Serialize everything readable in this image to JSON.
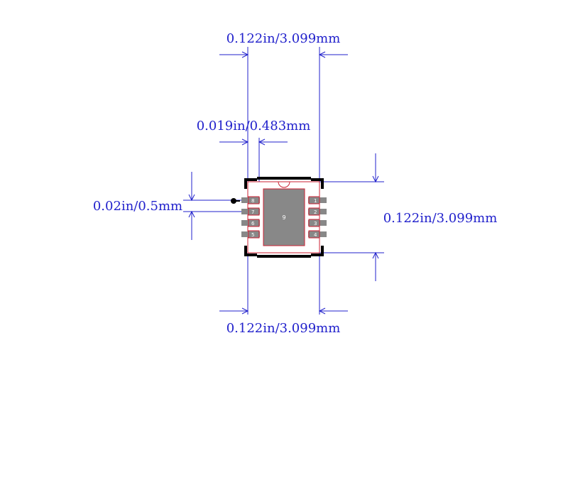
{
  "dimensions": {
    "top_width": "0.122in/3.099mm",
    "pin_width": "0.019in/0.483mm",
    "pitch": "0.02in/0.5mm",
    "height": "0.122in/3.099mm",
    "bottom_width": "0.122in/3.099mm"
  },
  "package": {
    "exposed_pad_label": "9",
    "left_pins": [
      "8",
      "7",
      "6",
      "5"
    ],
    "right_pins": [
      "1",
      "2",
      "3",
      "4"
    ]
  },
  "colors": {
    "dimension": "#2222cc",
    "outline": "#cc2233",
    "pad_fill": "#888888",
    "silkscreen": "#000000"
  }
}
